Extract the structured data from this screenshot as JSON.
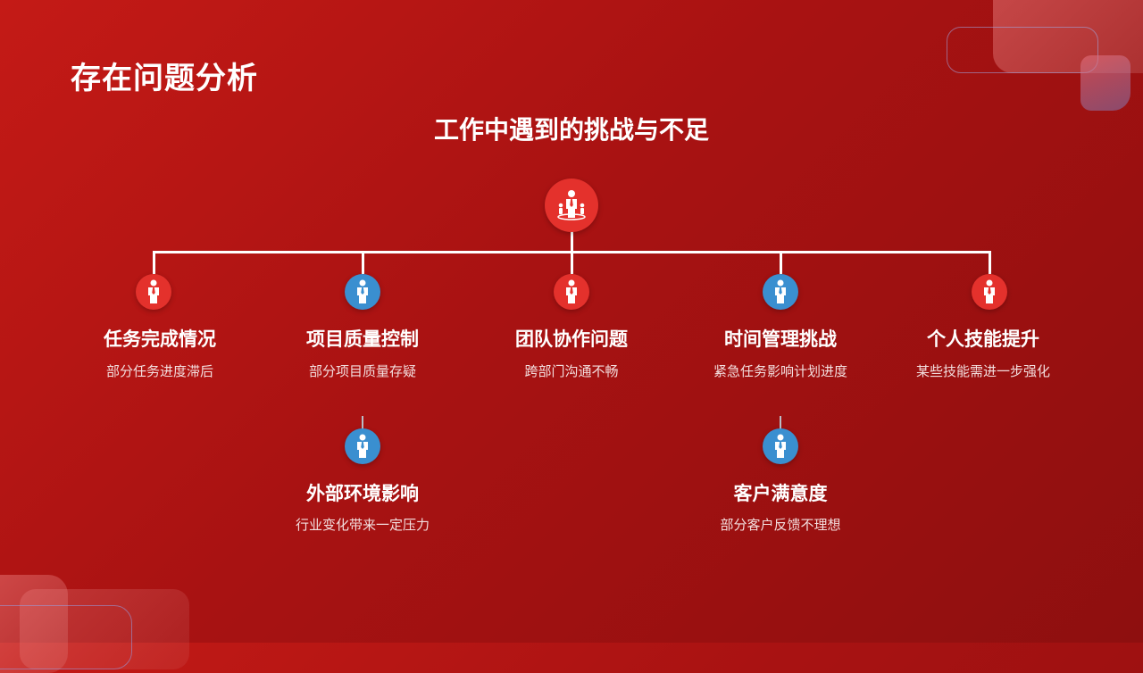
{
  "header": {
    "title": "存在问题分析"
  },
  "diagram": {
    "title": "工作中遇到的挑战与不足",
    "root_icon": "people-group-icon",
    "nodes": [
      {
        "label": "任务完成情况",
        "desc": "部分任务进度滞后",
        "color": "#e4312c",
        "icon": "person-icon"
      },
      {
        "label": "项目质量控制",
        "desc": "部分项目质量存疑",
        "color": "#3a8fd0",
        "icon": "person-icon"
      },
      {
        "label": "团队协作问题",
        "desc": "跨部门沟通不畅",
        "color": "#e4312c",
        "icon": "person-icon"
      },
      {
        "label": "时间管理挑战",
        "desc": "紧急任务影响计划进度",
        "color": "#3a8fd0",
        "icon": "person-icon"
      },
      {
        "label": "个人技能提升",
        "desc": "某些技能需进一步强化",
        "color": "#e4312c",
        "icon": "person-icon"
      }
    ],
    "subnodes": [
      {
        "label": "外部环境影响",
        "desc": "行业变化带来一定压力",
        "color": "#3a8fd0",
        "icon": "person-icon"
      },
      {
        "label": "客户满意度",
        "desc": "部分客户反馈不理想",
        "color": "#3a8fd0",
        "icon": "person-icon"
      }
    ]
  }
}
